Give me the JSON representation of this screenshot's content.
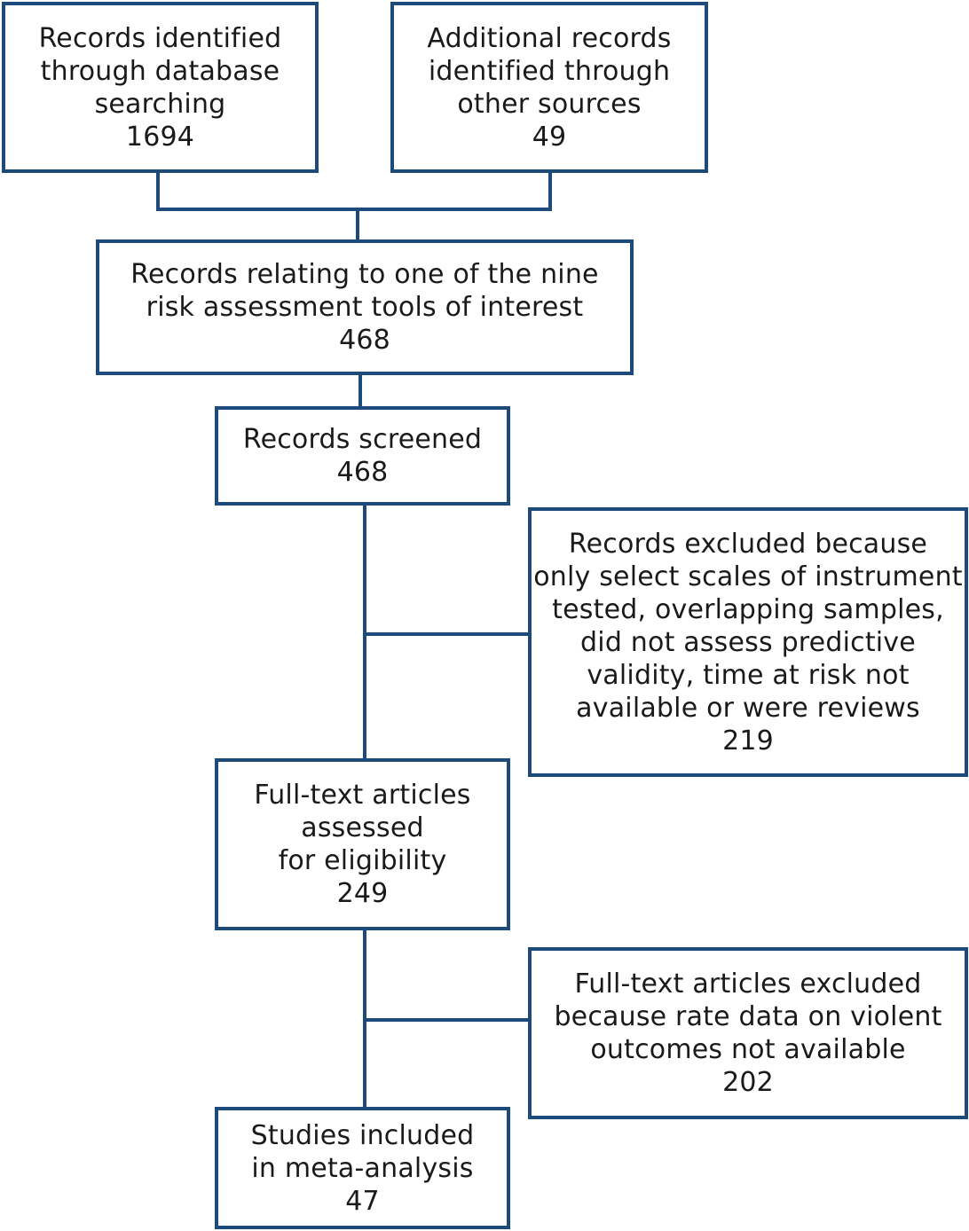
{
  "flowchart": {
    "identified_db": {
      "lines": [
        "Records identified",
        "through database",
        "searching"
      ],
      "count": "1694"
    },
    "identified_other": {
      "lines": [
        "Additional records",
        "identified through",
        "other sources"
      ],
      "count": "49"
    },
    "records_relating": {
      "lines": [
        "Records relating to one of the nine",
        "risk assessment tools of interest"
      ],
      "count": "468"
    },
    "records_screened": {
      "lines": [
        "Records screened"
      ],
      "count": "468"
    },
    "records_excluded": {
      "lines": [
        "Records excluded because",
        "only select scales of instrument",
        "tested, overlapping samples,",
        "did not assess predictive",
        "validity, time at risk not",
        "available or were reviews"
      ],
      "count": "219"
    },
    "fulltext_assessed": {
      "lines": [
        "Full-text articles",
        "assessed",
        "for eligibility"
      ],
      "count": "249"
    },
    "fulltext_excluded": {
      "lines": [
        "Full-text articles excluded",
        "because rate data on violent",
        "outcomes not available"
      ],
      "count": "202"
    },
    "studies_included": {
      "lines": [
        "Studies included",
        "in meta-analysis"
      ],
      "count": "47"
    }
  }
}
